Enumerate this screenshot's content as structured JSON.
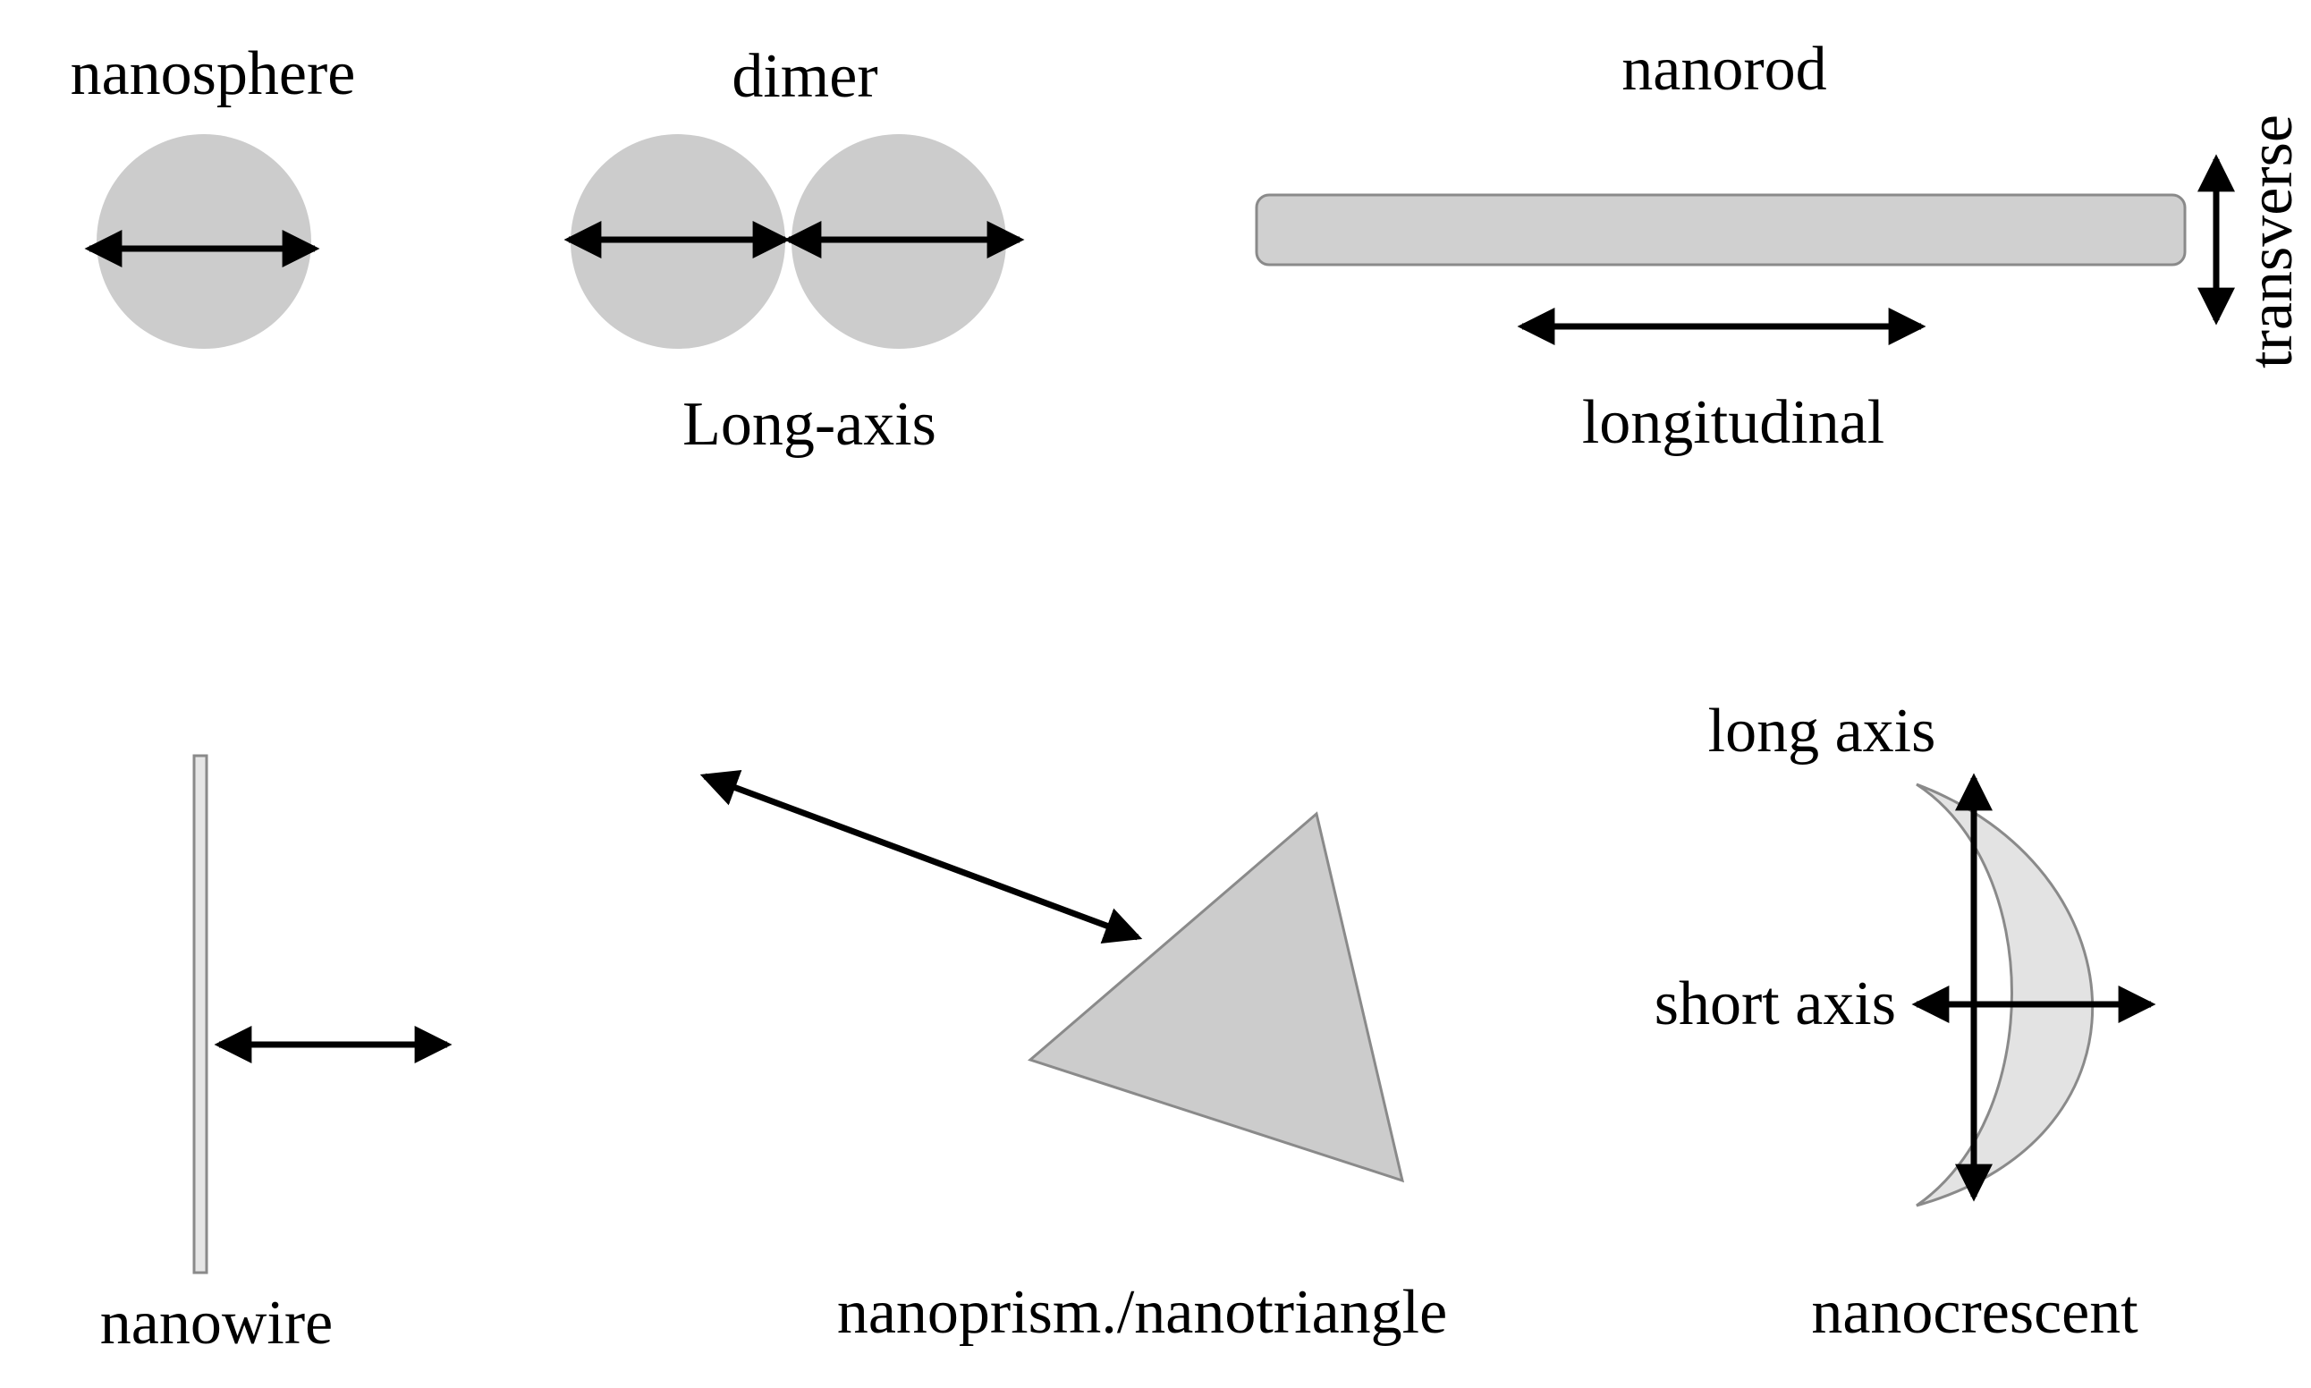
{
  "labels": {
    "nanosphere": "nanosphere",
    "dimer": "dimer",
    "dimer_axis": "Long-axis",
    "nanorod": "nanorod",
    "nanorod_longitudinal": "longitudinal",
    "nanorod_transverse": "transverse",
    "nanowire": "nanowire",
    "nanoprism": "nanoprism./nanotriangle",
    "crescent_long_axis": "long axis",
    "crescent_short_axis": "short axis",
    "nanocrescent": "nanocrescent"
  },
  "colors": {
    "particle_fill": "#cccccc",
    "crescent_fill": "#e3e3e3",
    "wire_fill": "#e6e6e6",
    "outline": "#8a8a8a",
    "arrow": "#000000",
    "background": "#ffffff"
  }
}
